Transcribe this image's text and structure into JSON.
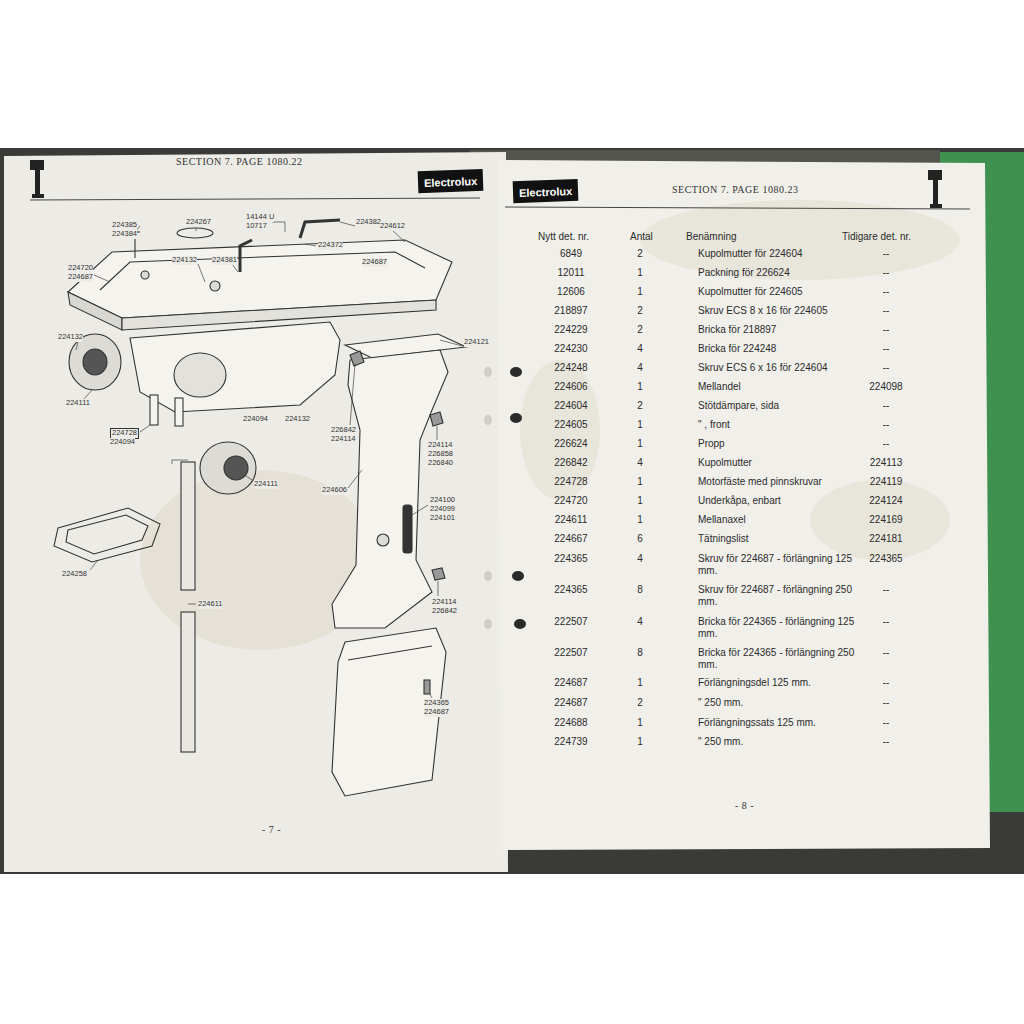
{
  "diagram": {
    "nodes": [
      {
        "text": [
          "Electrolux"
        ]
      },
      {
        "text": [
          "Electrolux"
        ]
      }
    ],
    "labels": [
      "SECTION 7. PAGE 1080.22",
      "SECTION 7. PAGE 1080.23",
      "224385",
      "224384",
      "224267",
      "14144 U",
      "10717",
      "224382",
      "224372",
      "224612",
      "224132",
      "224381",
      "224687",
      "224720",
      "224687",
      "224132",
      "224111",
      "224121",
      "224728",
      "224094",
      "224094",
      "224132",
      "226842",
      "224114",
      "224114",
      "226858",
      "226840",
      "224111",
      "224606",
      "224100",
      "224099",
      "224101",
      "224258",
      "224611",
      "224114",
      "226842",
      "224365",
      "224687",
      "- 7 -",
      "- 8 -",
      "Nytt det. nr.",
      "Antal",
      "Benämning",
      "Tidigare det. nr.",
      "6849",
      "2",
      "Kupolmutter för 224604",
      "--",
      "12011",
      "1",
      "Packning för 226624",
      "--",
      "12606",
      "1",
      "Kupolmutter för 224605",
      "--",
      "218897",
      "2",
      "Skruv ECS 8 x 16 för 224605",
      "--",
      "224229",
      "2",
      "Bricka för 218897",
      "--",
      "224230",
      "4",
      "Bricka för 224248",
      "--",
      "224248",
      "4",
      "Skruv ECS 6 x 16 för 224604",
      "--",
      "224606",
      "1",
      "Mellandel",
      "224098",
      "224604",
      "2",
      "Stötdämpare, sida",
      "--",
      "224605",
      "1",
      "\" , front",
      "--",
      "226624",
      "1",
      "Propp",
      "--",
      "226842",
      "4",
      "Kupolmutter",
      "224113",
      "224728",
      "1",
      "Motorfäste med pinnskruvar",
      "224119",
      "224720",
      "1",
      "Underkåpa, enbart",
      "224124",
      "224611",
      "1",
      "Mellanaxel",
      "224169",
      "224667",
      "6",
      "Tätningslist",
      "224181",
      "224365",
      "4",
      "Skruv för 224687 - förlängning 125 mm.",
      "224365",
      "224365",
      "8",
      "Skruv för 224687 - förlängning 250 mm.",
      "--",
      "222507",
      "4",
      "Bricka för 224365 - förlängning 125 mm.",
      "--",
      "222507",
      "8",
      "Bricka för 224365 - förlängning 250 mm.",
      "--",
      "224687",
      "1",
      "Förlängningsdel 125 mm.",
      "--",
      "224687",
      "2",
      "\" 250 mm.",
      "--",
      "224688",
      "1",
      "Förlängningssats 125 mm.",
      "--",
      "224739",
      "1",
      "\" 250 mm.",
      "--"
    ]
  }
}
